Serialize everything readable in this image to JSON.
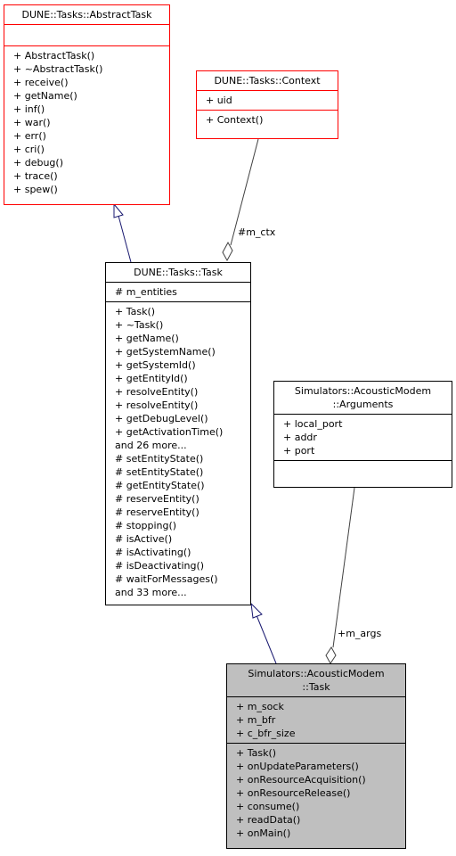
{
  "classes": {
    "abstract_task": {
      "title": "DUNE::Tasks::AbstractTask",
      "attributes": [],
      "methods": [
        "+ AbstractTask()",
        "+ ~AbstractTask()",
        "+ receive()",
        "+ getName()",
        "+ inf()",
        "+ war()",
        "+ err()",
        "+ cri()",
        "+ debug()",
        "+ trace()",
        "+ spew()"
      ]
    },
    "context": {
      "title": "DUNE::Tasks::Context",
      "attributes": [
        "+ uid"
      ],
      "methods": [
        "+ Context()"
      ]
    },
    "task": {
      "title": "DUNE::Tasks::Task",
      "attributes": [
        "# m_entities"
      ],
      "methods": [
        "+ Task()",
        "+ ~Task()",
        "+ getName()",
        "+ getSystemName()",
        "+ getSystemId()",
        "+ getEntityId()",
        "+ resolveEntity()",
        "+ resolveEntity()",
        "+ getDebugLevel()",
        "+ getActivationTime()",
        "and 26 more...",
        "# setEntityState()",
        "# setEntityState()",
        "# getEntityState()",
        "# reserveEntity()",
        "# reserveEntity()",
        "# stopping()",
        "# isActive()",
        "# isActivating()",
        "# isDeactivating()",
        "# waitForMessages()",
        "and 33 more..."
      ]
    },
    "arguments": {
      "title_line1": "Simulators::AcousticModem",
      "title_line2": "::Arguments",
      "attributes": [
        "+ local_port",
        "+ addr",
        "+ port"
      ],
      "methods": []
    },
    "modem_task": {
      "title_line1": "Simulators::AcousticModem",
      "title_line2": "::Task",
      "attributes": [
        "+ m_sock",
        "+ m_bfr",
        "+ c_bfr_size"
      ],
      "methods": [
        "+ Task()",
        "+ onUpdateParameters()",
        "+ onResourceAcquisition()",
        "+ onResourceRelease()",
        "+ consume()",
        "+ readData()",
        "+ onMain()"
      ]
    }
  },
  "edges": {
    "ctx_label": "#m_ctx",
    "args_label": "+m_args"
  },
  "colors": {
    "inheritance": "#191970",
    "composition": "#404040",
    "highlight_fill": "#bfbfbf",
    "external_border": "#ff0000"
  }
}
